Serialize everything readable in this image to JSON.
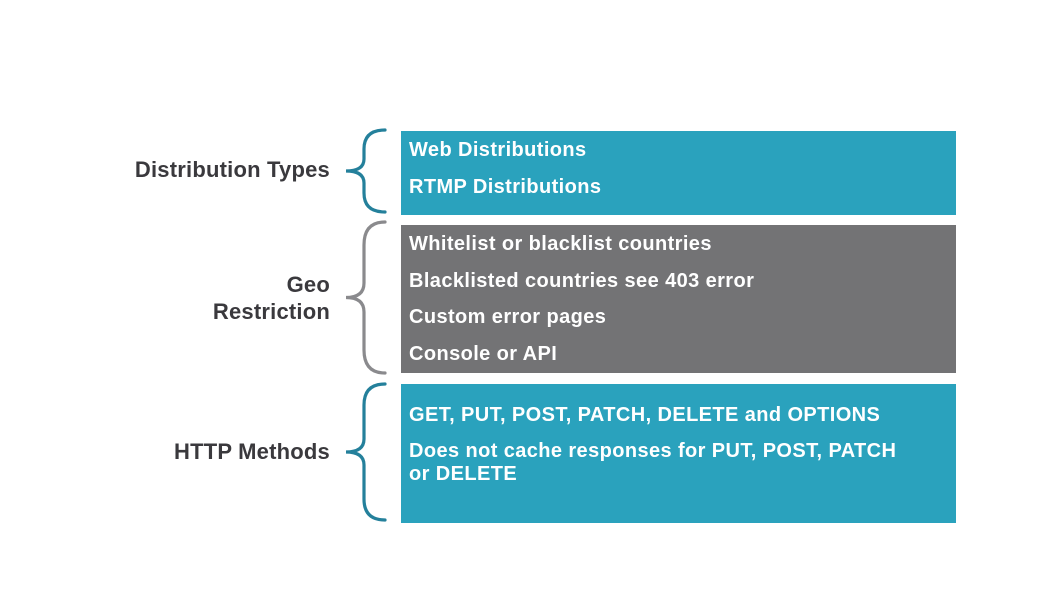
{
  "colors": {
    "background": "#ffffff",
    "teal_box": "#2aa2bd",
    "gray_box": "#737375",
    "teal_brace": "#24809b",
    "gray_brace": "#8a8a8d",
    "label_text": "#3a393d",
    "box_text": "#ffffff"
  },
  "figure": {
    "rows": [
      {
        "label": "Distribution Types",
        "label_lines": [
          "Distribution Types"
        ],
        "theme": "teal",
        "items": [
          {
            "lines": [
              "Web Distributions"
            ]
          },
          {
            "lines": [
              "RTMP Distributions"
            ]
          }
        ]
      },
      {
        "label": "Geo Restriction",
        "label_lines": [
          "Geo",
          "Restriction"
        ],
        "theme": "gray",
        "items": [
          {
            "lines": [
              "Whitelist or blacklist countries"
            ]
          },
          {
            "lines": [
              "Blacklisted countries see 403 error"
            ]
          },
          {
            "lines": [
              "Custom error pages"
            ]
          },
          {
            "lines": [
              "Console or API"
            ]
          }
        ]
      },
      {
        "label": "HTTP Methods",
        "label_lines": [
          "HTTP Methods"
        ],
        "theme": "teal",
        "items": [
          {
            "lines": [
              "GET, PUT, POST, PATCH, DELETE and OPTIONS"
            ]
          },
          {
            "lines": [
              "Does not cache responses for PUT, POST, PATCH",
              "or DELETE"
            ]
          }
        ]
      }
    ]
  }
}
